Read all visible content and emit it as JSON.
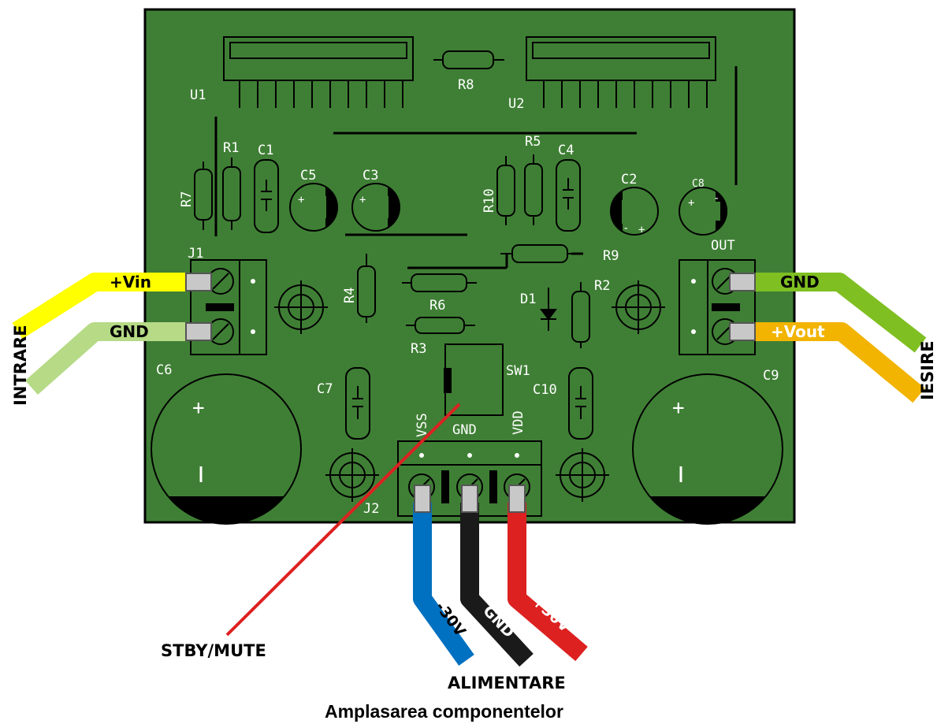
{
  "title": "Amplasarea componentelor",
  "colors": {
    "board": "#3f7f35",
    "wire_vin": "#ffff00",
    "wire_gnd_in": "#b6da86",
    "wire_gnd_out": "#7fbf22",
    "wire_vout": "#f2b400",
    "wire_neg": "#0070c0",
    "wire_gnd_pwr": "#1a1a1a",
    "wire_pos": "#dd2121",
    "stby_line": "#dd2121"
  },
  "components": {
    "u1": "U1",
    "u2": "U2",
    "r8": "R8",
    "r1": "R1",
    "r7": "R7",
    "c1": "C1",
    "c5": "C5",
    "c3": "C3",
    "r5": "R5",
    "r10": "R10",
    "c4": "C4",
    "c2": "C2",
    "c8": "C8",
    "out": "OUT",
    "r9": "R9",
    "j1": "J1",
    "r4": "R4",
    "r6": "R6",
    "d1": "D1",
    "r2": "R2",
    "r3": "R3",
    "sw1": "SW1",
    "c6": "C6",
    "c9": "C9",
    "c7": "C7",
    "c10": "C10",
    "vss": "VSS",
    "gnd": "GND",
    "vdd": "VDD",
    "j2": "J2"
  },
  "polarity": {
    "plus": "+",
    "minus": "-",
    "bar": "I"
  },
  "wires": {
    "vin": "+Vin",
    "gnd_in": "GND",
    "gnd_out": "GND",
    "vout": "+Vout",
    "neg30": "-30V",
    "gnd_pwr": "GND",
    "pos30": "+30V"
  },
  "labels": {
    "intrare": "INTRARE",
    "iesire": "IESIRE",
    "stby": "STBY/MUTE",
    "alimentare": "ALIMENTARE"
  }
}
